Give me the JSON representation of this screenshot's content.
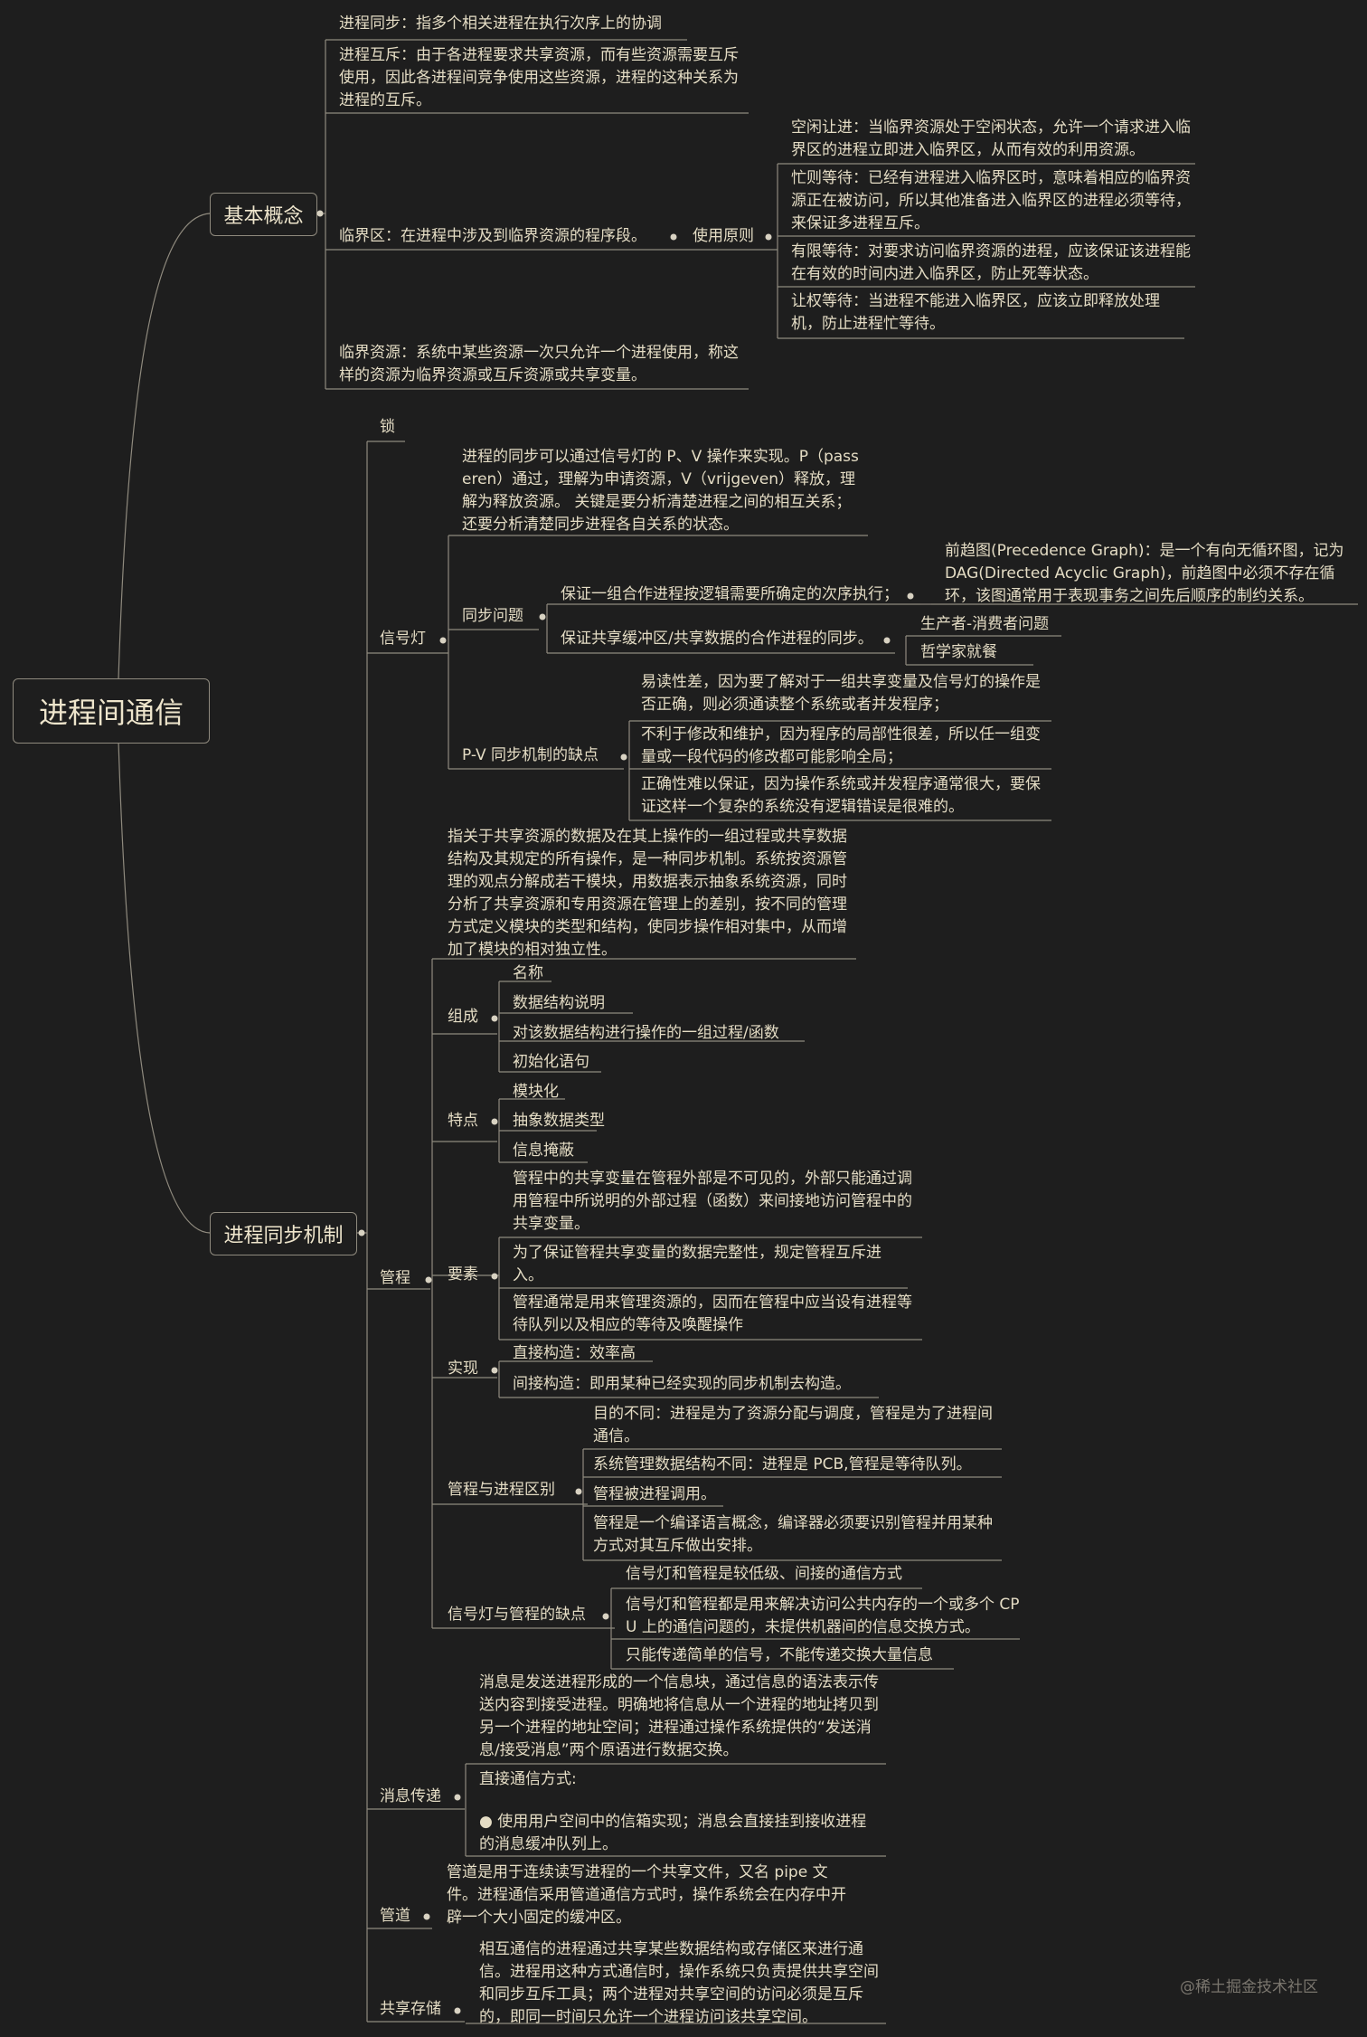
{
  "root": "进程间通信",
  "sections": {
    "basic": "基本概念",
    "sync": "进程同步机制"
  },
  "basic": {
    "sync_def": "进程同步：指多个相关进程在执行次序上的协调",
    "mutex_def": "进程互斥：由于各进程要求共享资源，而有些资源需要互斥使用，因此各进程间竞争使用这些资源，进程的这种关系为进程的互斥。",
    "critical_section": "临界区：在进程中涉及到临界资源的程序段。",
    "use_principles": "使用原则",
    "principles": [
      "空闲让进：当临界资源处于空闲状态，允许一个请求进入临界区的进程立即进入临界区，从而有效的利用资源。",
      "忙则等待：已经有进程进入临界区时，意味着相应的临界资源正在被访问，所以其他准备进入临界区的进程必须等待，来保证多进程互斥。",
      "有限等待：对要求访问临界资源的进程，应该保证该进程能在有效的时间内进入临界区，防止死等状态。",
      "让权等待：当进程不能进入临界区，应该立即释放处理机，防止进程忙等待。"
    ],
    "critical_resource": "临界资源：系统中某些资源一次只允许一个进程使用，称这样的资源为临界资源或互斥资源或共享变量。"
  },
  "lock": "锁",
  "semaphore": {
    "label": "信号灯",
    "desc": "进程的同步可以通过信号灯的 P、V 操作来实现。P（passeren）通过，理解为申请资源，V（vrijgeven）释放，理解为释放资源。 关键是要分析清楚进程之间的相互关系；还要分析清楚同步进程各自关系的状态。",
    "sync_problem": "同步问题",
    "order_exec": "保证一组合作进程按逻辑需要所确定的次序执行；",
    "precedence": "前趋图(Precedence Graph)：是一个有向无循环图，记为 DAG(Directed Acyclic Graph)，前趋图中必须不存在循环，该图通常用于表现事务之间先后顺序的制约关系。",
    "shared_buffer": "保证共享缓冲区/共享数据的合作进程的同步。",
    "producer_consumer": "生产者-消费者问题",
    "philosophers": "哲学家就餐",
    "pv_defects": "P-V 同步机制的缺点",
    "defects": [
      "易读性差，因为要了解对于一组共享变量及信号灯的操作是否正确，则必须通读整个系统或者并发程序；",
      "不利于修改和维护，因为程序的局部性很差，所以任一组变量或一段代码的修改都可能影响全局；",
      "正确性难以保证，因为操作系统或并发程序通常很大，要保证这样一个复杂的系统没有逻辑错误是很难的。"
    ]
  },
  "monitor": {
    "label": "管程",
    "desc": "指关于共享资源的数据及在其上操作的一组过程或共享数据结构及其规定的所有操作，是一种同步机制。系统按资源管理的观点分解成若干模块，用数据表示抽象系统资源，同时分析了共享资源和专用资源在管理上的差别，按不同的管理方式定义模块的类型和结构，使同步操作相对集中，从而增加了模块的相对独立性。",
    "composition": "组成",
    "composition_items": [
      "名称",
      "数据结构说明",
      "对该数据结构进行操作的一组过程/函数",
      "初始化语句"
    ],
    "features": "特点",
    "feature_items": [
      "模块化",
      "抽象数据类型",
      "信息掩蔽"
    ],
    "elements": "要素",
    "element_items": [
      "管程中的共享变量在管程外部是不可见的，外部只能通过调用管程中所说明的外部过程（函数）来间接地访问管程中的共享变量。",
      "为了保证管程共享变量的数据完整性，规定管程互斥进入。",
      "管程通常是用来管理资源的，因而在管程中应当设有进程等待队列以及相应的等待及唤醒操作"
    ],
    "impl": "实现",
    "impl_items": [
      "直接构造：效率高",
      "间接构造：即用某种已经实现的同步机制去构造。"
    ],
    "vs_process": "管程与进程区别",
    "vs_items": [
      "目的不同：进程是为了资源分配与调度，管程是为了进程间通信。",
      "系统管理数据结构不同：进程是 PCB,管程是等待队列。",
      "管程被进程调用。",
      "管程是一个编译语言概念，编译器必须要识别管程并用某种方式对其互斥做出安排。"
    ],
    "defects": "信号灯与管程的缺点",
    "defect_items": [
      "信号灯和管程是较低级、间接的通信方式",
      "信号灯和管程都是用来解决访问公共内存的一个或多个 CPU 上的通信问题的，未提供机器间的信息交换方式。",
      "只能传递简单的信号，不能传递交换大量信息"
    ]
  },
  "message": {
    "label": "消息传递",
    "desc": "消息是发送进程形成的一个信息块，通过信息的语法表示传送内容到接受进程。明确地将信息从一个进程的地址拷贝到另一个进程的地址空间；进程通过操作系统提供的“发送消息/接受消息”两个原语进行数据交换。",
    "direct": "直接通信方式:",
    "direct_detail": "● 使用用户空间中的信箱实现；消息会直接挂到接收进程的消息缓冲队列上。"
  },
  "pipe": {
    "label": "管道",
    "desc": "管道是用于连续读写进程的一个共享文件，又名 pipe 文件。进程通信采用管道通信方式时，操作系统会在内存中开辟一个大小固定的缓冲区。"
  },
  "shm": {
    "label": "共享存储",
    "desc": "相互通信的进程通过共享某些数据结构或存储区来进行通信。进程用这种方式通信时，操作系统只负责提供共享空间和同步互斥工具；两个进程对共享空间的访问必须是互斥的，即同一时间只允许一个进程访问该共享空间。"
  },
  "watermark": "@稀土掘金技术社区"
}
